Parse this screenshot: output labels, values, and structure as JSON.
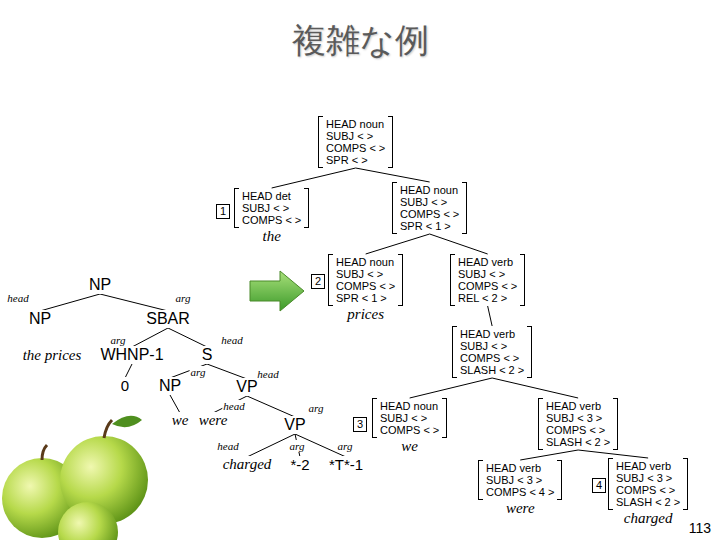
{
  "diagram": {
    "title": "複雑な例",
    "nodes": [
      {
        "text": [
          "HEAD noun",
          "SUBJ < >",
          "COMPS < >",
          "SPR < >"
        ]
      },
      {
        "text": [
          "1"
        ]
      },
      {
        "text": [
          "HEAD det",
          "SUBJ < >",
          "COMPS < >",
          "the"
        ]
      },
      {
        "text": [
          "HEAD noun",
          "SUBJ < >",
          "COMPS < >",
          "SPR < 1 >"
        ]
      },
      {
        "text": [
          "2"
        ]
      },
      {
        "text": [
          "HEAD noun",
          "SUBJ < >",
          "COMPS < >",
          "SPR < 1 >",
          "prices"
        ]
      },
      {
        "text": [
          "HEAD verb",
          "SUBJ < >",
          "COMPS < >",
          "REL < 2 >"
        ]
      },
      {
        "text": [
          "HEAD verb",
          "SUBJ < >",
          "COMPS < >",
          "SLASH < 2 >"
        ]
      },
      {
        "text": [
          "3"
        ]
      },
      {
        "text": [
          "HEAD noun",
          "SUBJ < >",
          "COMPS < >",
          "we"
        ]
      },
      {
        "text": [
          "HEAD verb",
          "SUBJ < 3 >",
          "COMPS < >",
          "SLASH < 2 >"
        ]
      },
      {
        "text": [
          "HEAD verb",
          "SUBJ < 3 >",
          "COMPS < 4 >",
          "were"
        ]
      },
      {
        "text": [
          "4"
        ]
      },
      {
        "text": [
          "HEAD verb",
          "SUBJ < 3 >",
          "COMPS < >",
          "SLASH < 2 >",
          "charged"
        ]
      }
    ],
    "edges": [
      {
        "from": 0,
        "to": 2,
        "arrow": "none"
      },
      {
        "from": 0,
        "to": 3,
        "arrow": "none"
      },
      {
        "from": 3,
        "to": 5,
        "arrow": "none"
      },
      {
        "from": 3,
        "to": 6,
        "arrow": "none"
      },
      {
        "from": 6,
        "to": 7,
        "arrow": "none"
      },
      {
        "from": 7,
        "to": 9,
        "arrow": "none"
      },
      {
        "from": 7,
        "to": 10,
        "arrow": "none"
      },
      {
        "from": 10,
        "to": 11,
        "arrow": "none"
      },
      {
        "from": 10,
        "to": 13,
        "arrow": "none"
      }
    ],
    "labels": [
      "NP",
      "head",
      "arg",
      "NP",
      "SBAR",
      "arg",
      "head",
      "the prices",
      "WHNP-1",
      "S",
      "head",
      "0",
      "NP",
      "arg",
      "VP",
      "arg",
      "we",
      "head",
      "were",
      "VP",
      "head",
      "arg",
      "arg",
      "charged",
      "*-2",
      "*T*-1",
      "113"
    ]
  }
}
